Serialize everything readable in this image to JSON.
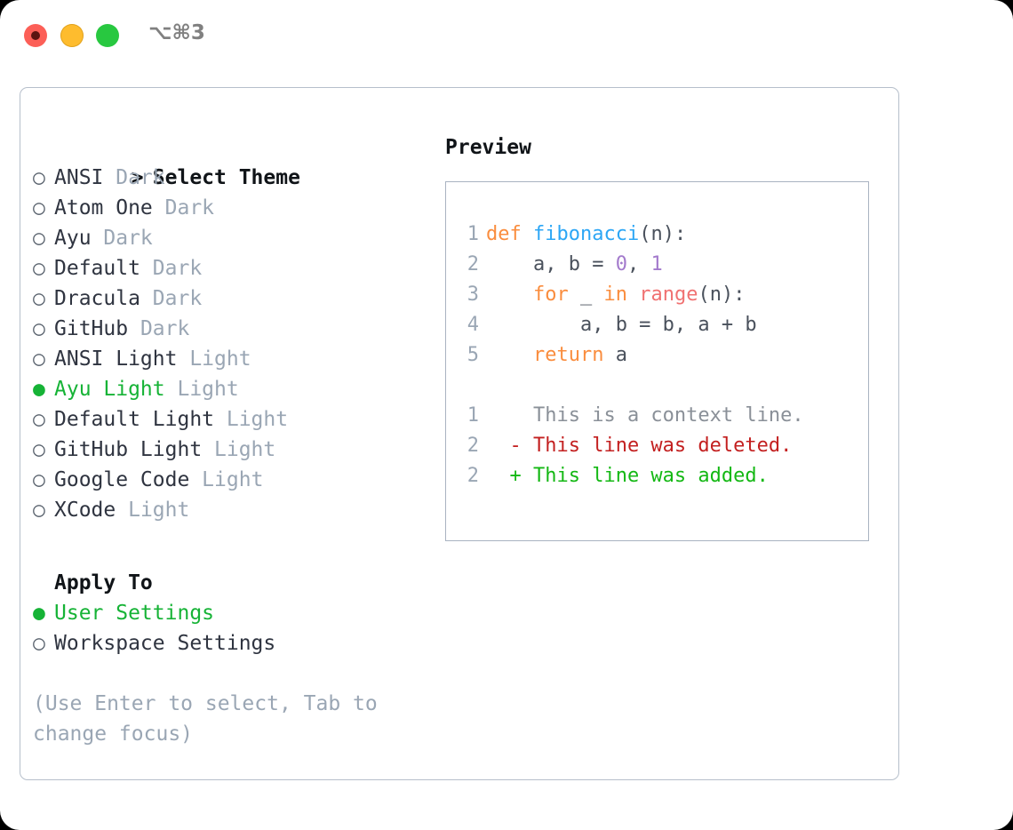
{
  "window": {
    "shortcut": "⌥⌘3",
    "traffic_lights": [
      "close-red",
      "minimize-yellow",
      "maximize-green"
    ]
  },
  "left": {
    "heading": "Select Theme",
    "heading_prefix": ">",
    "bullet_empty": "○",
    "bullet_filled": "●",
    "themes": [
      {
        "label": "ANSI",
        "suffix": "Dark",
        "selected": false
      },
      {
        "label": "Atom One",
        "suffix": "Dark",
        "selected": false
      },
      {
        "label": "Ayu",
        "suffix": "Dark",
        "selected": false
      },
      {
        "label": "Default",
        "suffix": "Dark",
        "selected": false
      },
      {
        "label": "Dracula",
        "suffix": "Dark",
        "selected": false
      },
      {
        "label": "GitHub",
        "suffix": "Dark",
        "selected": false
      },
      {
        "label": "ANSI Light",
        "suffix": "Light",
        "selected": false
      },
      {
        "label": "Ayu Light",
        "suffix": "Light",
        "selected": true
      },
      {
        "label": "Default Light",
        "suffix": "Light",
        "selected": false
      },
      {
        "label": "GitHub Light",
        "suffix": "Light",
        "selected": false
      },
      {
        "label": "Google Code",
        "suffix": "Light",
        "selected": false
      },
      {
        "label": "XCode",
        "suffix": "Light",
        "selected": false
      }
    ],
    "apply_to_heading": "Apply To",
    "apply_to": [
      {
        "label": "User Settings",
        "selected": true
      },
      {
        "label": "Workspace Settings",
        "selected": false
      }
    ],
    "hint": "(Use Enter to select, Tab to change focus)"
  },
  "right": {
    "preview_title": "Preview",
    "code": [
      {
        "n": "1",
        "tokens": [
          {
            "t": "def",
            "c": "kw"
          },
          {
            "t": " ",
            "c": "pl"
          },
          {
            "t": "fibonacci",
            "c": "fn"
          },
          {
            "t": "(n):",
            "c": "pl"
          }
        ]
      },
      {
        "n": "2",
        "tokens": [
          {
            "t": "    a, b = ",
            "c": "pl"
          },
          {
            "t": "0",
            "c": "num"
          },
          {
            "t": ", ",
            "c": "pl"
          },
          {
            "t": "1",
            "c": "num"
          }
        ]
      },
      {
        "n": "3",
        "tokens": [
          {
            "t": "    ",
            "c": "pl"
          },
          {
            "t": "for",
            "c": "kw"
          },
          {
            "t": " _ ",
            "c": "pl"
          },
          {
            "t": "in",
            "c": "kw"
          },
          {
            "t": " ",
            "c": "pl"
          },
          {
            "t": "range",
            "c": "bi"
          },
          {
            "t": "(n):",
            "c": "pl"
          }
        ]
      },
      {
        "n": "4",
        "tokens": [
          {
            "t": "        a, b = b, a + b",
            "c": "pl"
          }
        ]
      },
      {
        "n": "5",
        "tokens": [
          {
            "t": "    ",
            "c": "pl"
          },
          {
            "t": "return",
            "c": "kw"
          },
          {
            "t": " a",
            "c": "pl"
          }
        ]
      }
    ],
    "diff": [
      {
        "n": "1",
        "marker": " ",
        "text": "This is a context line.",
        "kind": "context"
      },
      {
        "n": "2",
        "marker": "-",
        "text": "This line was deleted.",
        "kind": "deleted"
      },
      {
        "n": "2",
        "marker": "+",
        "text": "This line was added.",
        "kind": "added"
      }
    ]
  },
  "colors": {
    "accent_green": "#16b336",
    "muted": "#9aa6b4",
    "text": "#2f3440",
    "keyword": "#fa8d3e",
    "function": "#2ca6f5",
    "number": "#a37acc",
    "builtin": "#f07171",
    "diff_deleted": "#c32020",
    "diff_added": "#14b814",
    "panel_border": "#b6bfcb"
  }
}
